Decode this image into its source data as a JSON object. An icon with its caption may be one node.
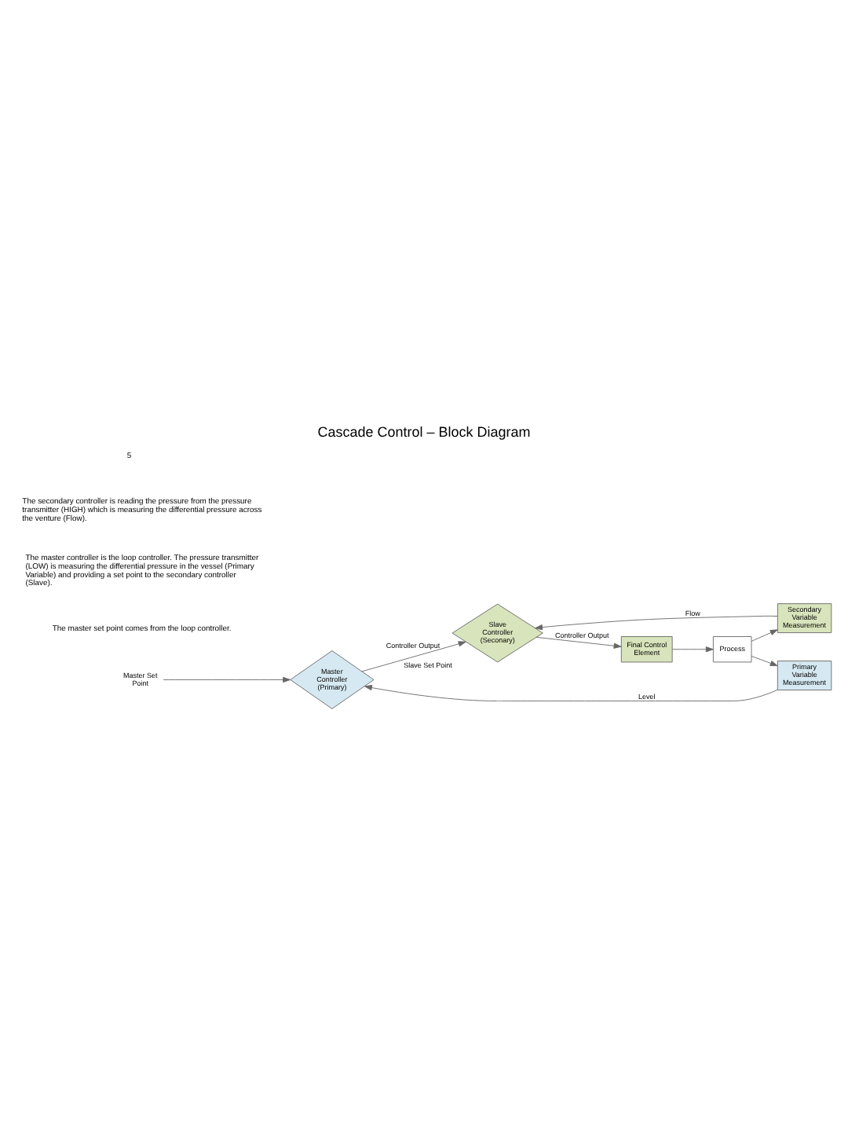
{
  "diagram": {
    "title": "Cascade Control – Block Diagram",
    "nodes": [
      {
        "text": [
          "Master Set Point"
        ]
      },
      {
        "text": [
          "Master Controller (Primary)"
        ]
      },
      {
        "text": [
          "Slave Controller (Seconary)"
        ],
        "beside": [
          "Slave Set Point"
        ]
      },
      {
        "text": [
          "Final Control Element"
        ]
      },
      {
        "text": [
          "Process"
        ]
      },
      {
        "text": [
          "Secondary Variable Measurement"
        ]
      },
      {
        "text": [
          "Primary Variable Measurement"
        ]
      }
    ],
    "edges": [
      {
        "from": 0,
        "to": 1,
        "arrow": "to"
      },
      {
        "from": 1,
        "to": 2,
        "arrow": "to",
        "label": "Controller Output"
      },
      {
        "from": 2,
        "to": 3,
        "arrow": "to",
        "label": "Controller Output"
      },
      {
        "from": 3,
        "to": 4,
        "arrow": "to"
      },
      {
        "from": 4,
        "to": 5,
        "arrow": "to"
      },
      {
        "from": 4,
        "to": 6,
        "arrow": "to"
      },
      {
        "from": 5,
        "to": 2,
        "arrow": "to",
        "label": "Flow"
      },
      {
        "from": 6,
        "to": 1,
        "arrow": "to",
        "label": "Level"
      }
    ],
    "labels": [
      "The master set point comes from the loop controller.",
      "The master controller is the loop controller. The pressure transmitter (LOW) is measuring the differential pressure in the vessel (Primary Variable) and providing a set point to the secondary controller (Slave).",
      "The secondary controller is reading the pressure from the pressure transmitter (HIGH) which is measuring the differential pressure across the venture (Flow).",
      "5"
    ]
  }
}
